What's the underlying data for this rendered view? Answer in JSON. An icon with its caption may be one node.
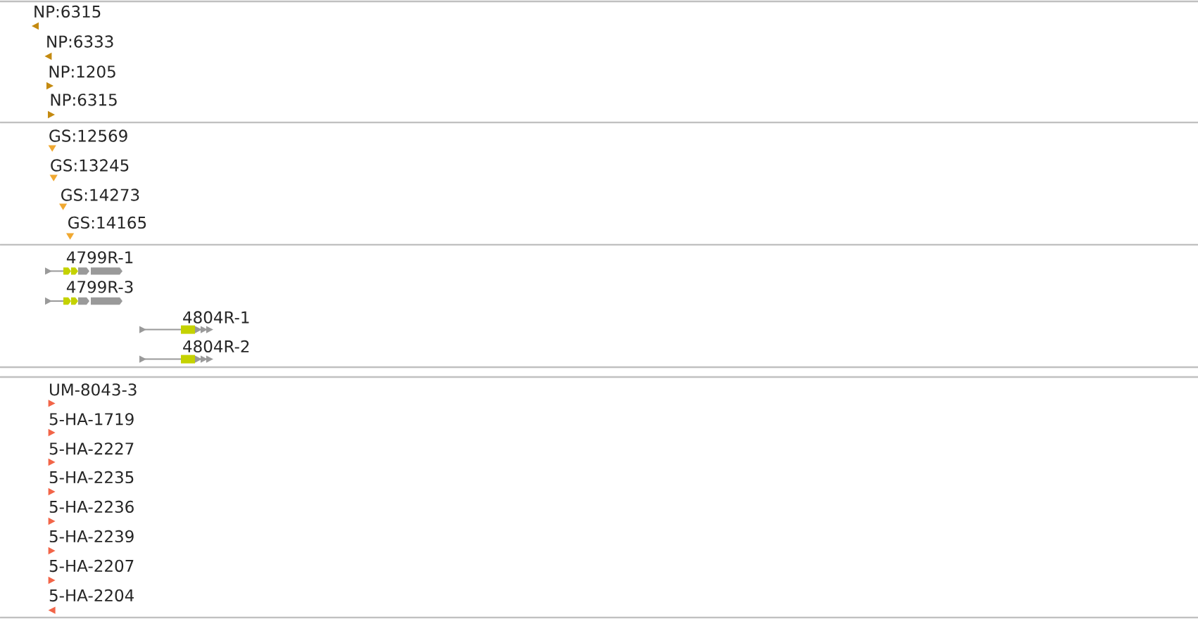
{
  "diagram": {
    "labels": [
      "NP:6315",
      "NP:6333",
      "NP:1205",
      "NP:6315",
      "GS:12569",
      "GS:13245",
      "GS:14273",
      "GS:14165",
      "4799R-1",
      "4799R-3",
      "4804R-1",
      "4804R-2",
      "UM-8043-3",
      "5-HA-1719",
      "5-HA-2227",
      "5-HA-2235",
      "5-HA-2236",
      "5-HA-2239",
      "5-HA-2207",
      "5-HA-2204"
    ]
  }
}
